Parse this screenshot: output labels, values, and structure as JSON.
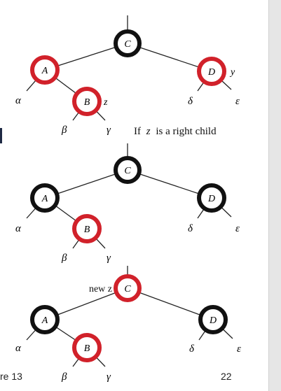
{
  "colors": {
    "red": "#d1212a",
    "black": "#111111",
    "line": "#222222"
  },
  "footer": {
    "left": "re 13",
    "page": "22"
  },
  "caption": {
    "if_text": "If",
    "z_var": "z",
    "rest": "is a right child"
  },
  "greek": {
    "alpha": "α",
    "beta": "β",
    "gamma": "γ",
    "delta": "δ",
    "epsilon": "ε"
  },
  "tree1": {
    "C": {
      "label": "C",
      "color": "black"
    },
    "A": {
      "label": "A",
      "color": "red"
    },
    "D": {
      "label": "D",
      "color": "red",
      "side": "y"
    },
    "B": {
      "label": "B",
      "color": "red",
      "side": "z"
    }
  },
  "tree2": {
    "C": {
      "label": "C",
      "color": "black"
    },
    "A": {
      "label": "A",
      "color": "black"
    },
    "D": {
      "label": "D",
      "color": "black"
    },
    "B": {
      "label": "B",
      "color": "red"
    }
  },
  "tree3": {
    "C": {
      "label": "C",
      "color": "red",
      "annotation": "new z"
    },
    "A": {
      "label": "A",
      "color": "black"
    },
    "D": {
      "label": "D",
      "color": "black"
    },
    "B": {
      "label": "B",
      "color": "red"
    }
  }
}
